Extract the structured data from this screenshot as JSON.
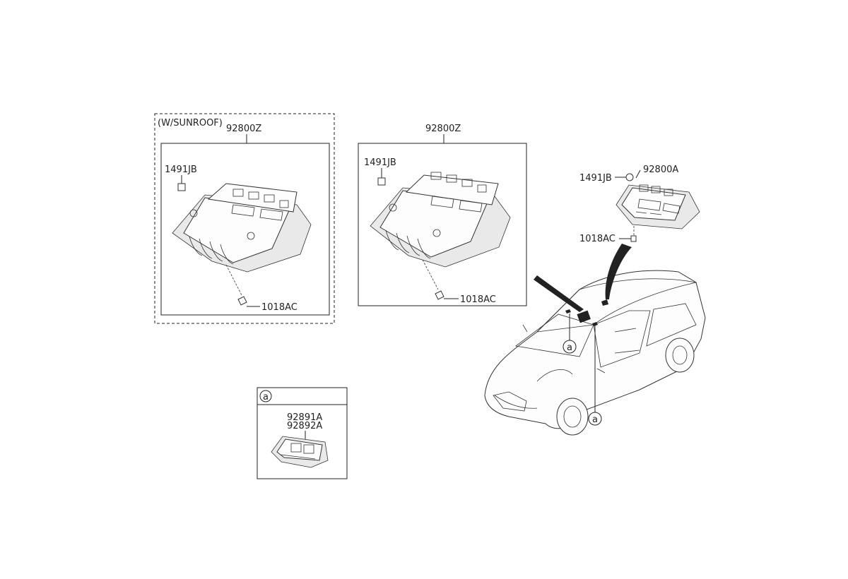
{
  "diagram": {
    "panel_sunroof": {
      "caption": "(W/SUNROOF)",
      "assembly": "92800Z",
      "clip": "1491JB",
      "screw": "1018AC"
    },
    "panel_standard": {
      "assembly": "92800Z",
      "clip": "1491JB",
      "screw": "1018AC"
    },
    "panel_basic": {
      "assembly": "92800A",
      "clip": "1491JB",
      "screw": "1018AC"
    },
    "panel_a": {
      "badge": "a",
      "part_1": "92891A",
      "part_2": "92892A"
    },
    "car": {
      "callout_1": "a",
      "callout_2": "a"
    }
  }
}
